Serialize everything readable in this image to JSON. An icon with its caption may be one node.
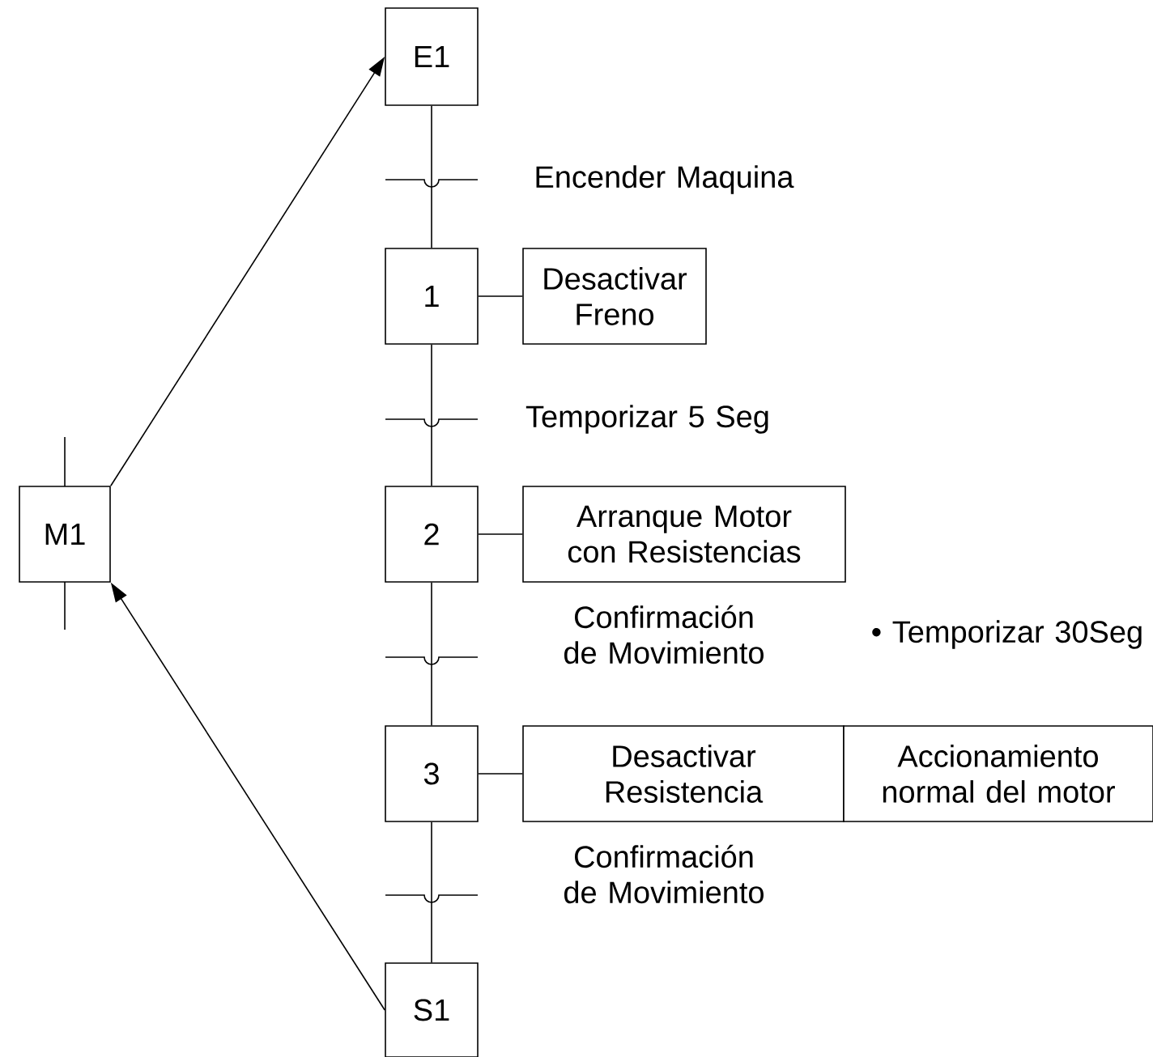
{
  "diagram": {
    "nodes": [
      {
        "text": [
          "E1"
        ]
      },
      {
        "text": [
          "1"
        ]
      },
      {
        "text": [
          "Desactivar Freno"
        ]
      },
      {
        "text": [
          "2"
        ]
      },
      {
        "text": [
          "Arranque Motor con Resistencias"
        ]
      },
      {
        "text": [
          "3"
        ]
      },
      {
        "text": [
          "Desactivar Resistencia"
        ]
      },
      {
        "text": [
          "Accionamiento normal del motor"
        ]
      },
      {
        "text": [
          "S1"
        ]
      },
      {
        "text": [
          "M1"
        ]
      }
    ],
    "edges": [
      {
        "from": 0,
        "to": 1,
        "arrow": "none"
      },
      {
        "from": 1,
        "to": 2,
        "arrow": "none"
      },
      {
        "from": 1,
        "to": 3,
        "arrow": "none"
      },
      {
        "from": 3,
        "to": 4,
        "arrow": "none"
      },
      {
        "from": 3,
        "to": 5,
        "arrow": "none"
      },
      {
        "from": 5,
        "to": 6,
        "arrow": "none"
      },
      {
        "from": 5,
        "to": 8,
        "arrow": "none"
      },
      {
        "from": 9,
        "to": 0,
        "arrow": "to"
      },
      {
        "from": 8,
        "to": 9,
        "arrow": "to"
      }
    ],
    "labels": [
      "Encender Maquina",
      "Temporizar 5 Seg",
      "Confirmación de Movimiento",
      "• Temporizar 30Seg",
      "Confirmación de Movimiento"
    ]
  }
}
